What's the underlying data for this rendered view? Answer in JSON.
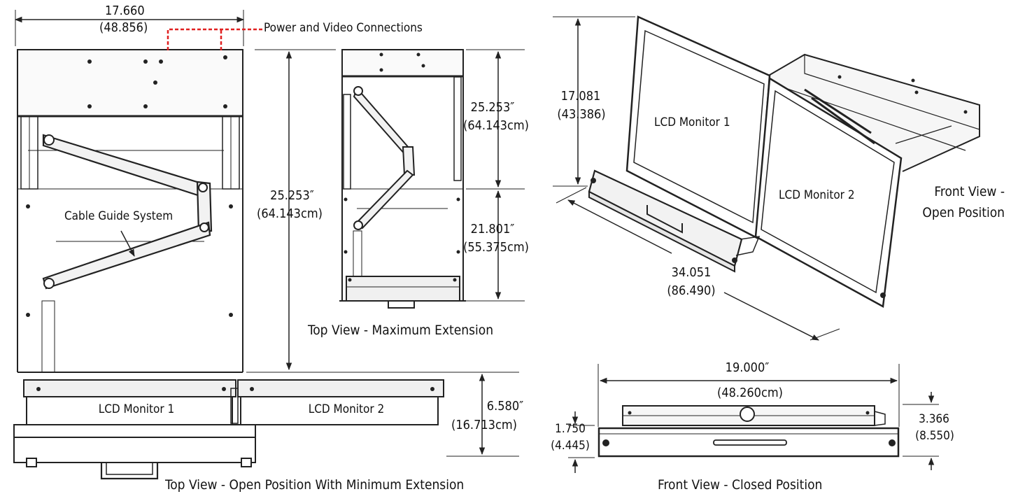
{
  "colors": {
    "line": "#222222",
    "fill": "#f4f4f4",
    "power": "#e02020",
    "background": "#ffffff"
  },
  "labels": {
    "power_connections": "Power and Video Connections",
    "cable_guide": "Cable Guide System",
    "lcd_monitor_1_top": "LCD Monitor  1",
    "lcd_monitor_2_top": "LCD Monitor  2",
    "lcd_monitor_1_front": "LCD Monitor 1",
    "lcd_monitor_2_front": "LCD Monitor 2"
  },
  "titles": {
    "top_view_open": "Top View - Open Position With Minimum Extension",
    "top_view_max": "Top View - Maximum Extension",
    "front_view_open_line1": "Front View -",
    "front_view_open_line2": "Open Position",
    "front_view_closed": "Front View - Closed Position"
  },
  "dimensions": {
    "width_top": {
      "in": "17.660",
      "cm": "(48.856)"
    },
    "depth_open": {
      "in": "25.253″",
      "cm": "(64.143cm)"
    },
    "depth_max_upper": {
      "in": "25.253″",
      "cm": "(64.143cm)"
    },
    "depth_max_lower": {
      "in": "21.801″",
      "cm": "(55.375cm)"
    },
    "monitor_depth": {
      "in": "6.580″",
      "cm": "(16.713cm)"
    },
    "height_open": {
      "in": "17.081",
      "cm": "(43.386)"
    },
    "diagonal_open": {
      "in": "34.051",
      "cm": "(86.490)"
    },
    "width_front": {
      "in": "19.000″",
      "cm": "(48.260cm)"
    },
    "height_closed_left": {
      "in": "1.750",
      "cm": "(4.445)"
    },
    "height_closed_right": {
      "in": "3.366",
      "cm": "(8.550)"
    }
  }
}
